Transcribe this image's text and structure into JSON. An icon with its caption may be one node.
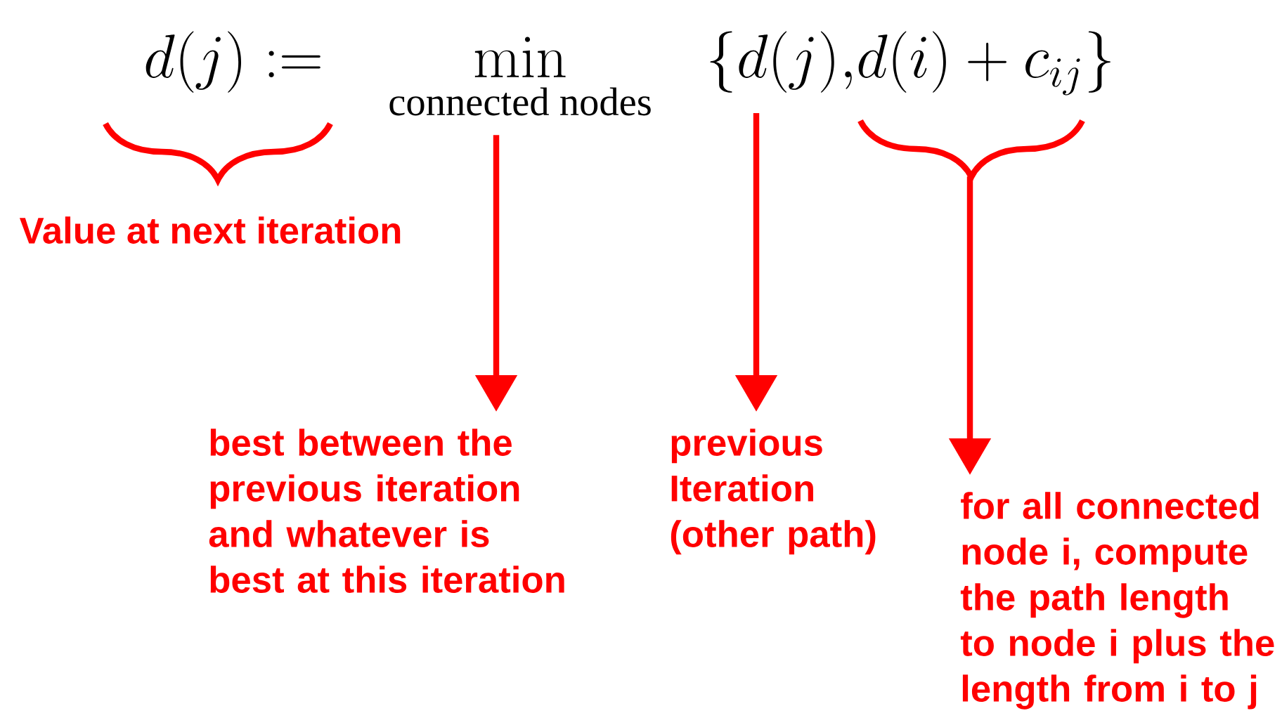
{
  "diagram": {
    "nodes": [
      {
        "text": [
          "d(j) :="
        ]
      },
      {
        "text": [
          "\\min_{\\text{connected nodes}}"
        ]
      },
      {
        "text": [
          "\\{d(j),"
        ]
      },
      {
        "text": [
          "d(i) + c_{ij}\\}"
        ]
      },
      {
        "text": [
          "best between the previous iteration and whatever is best at this iteration"
        ]
      },
      {
        "text": [
          "previous Iteration (other path)"
        ]
      },
      {
        "text": [
          "for all connected node i, compute the path length to node i plus the length from i to j"
        ]
      }
    ],
    "edges": [
      {
        "from": 1,
        "to": 4,
        "arrow": "to"
      },
      {
        "from": 2,
        "to": 5,
        "arrow": "to"
      },
      {
        "from": 3,
        "to": 6,
        "arrow": "to"
      }
    ],
    "labels": [
      "Value at next iteration"
    ]
  }
}
